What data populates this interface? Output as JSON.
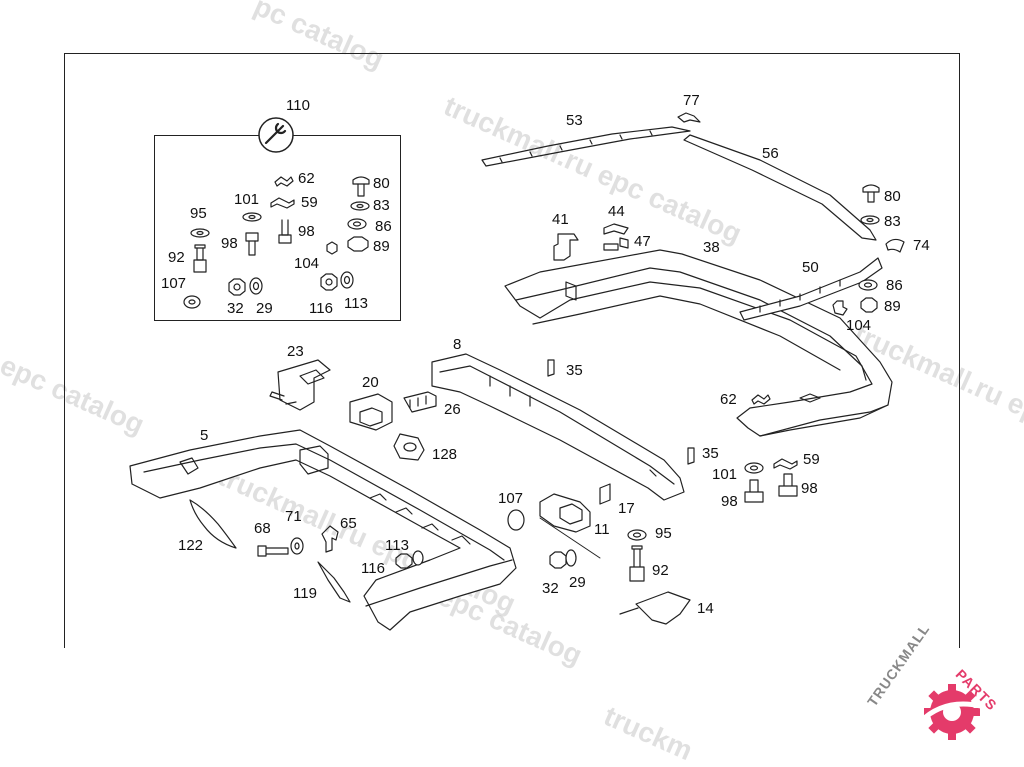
{
  "watermarks": [
    "pc catalog",
    "truckmall.ru epc catalog",
    "l epc catalog",
    "truckmall.ru epc",
    "truckmall.ru epc catalog",
    "epc catalog",
    "truckm"
  ],
  "callouts": [
    "110",
    "62",
    "80",
    "83",
    "86",
    "89",
    "59",
    "101",
    "95",
    "98",
    "98",
    "92",
    "104",
    "107",
    "32",
    "29",
    "116",
    "113",
    "53",
    "77",
    "56",
    "80",
    "83",
    "74",
    "41",
    "44",
    "47",
    "38",
    "50",
    "86",
    "89",
    "104",
    "23",
    "20",
    "26",
    "8",
    "35",
    "128",
    "5",
    "62",
    "35",
    "101",
    "59",
    "98",
    "98",
    "107",
    "17",
    "11",
    "95",
    "92",
    "14",
    "122",
    "68",
    "71",
    "65",
    "113",
    "116",
    "32",
    "29",
    "119"
  ],
  "logo": {
    "word1": "TRUCKMALL",
    "word2": "PARTS",
    "brand_color": "#e43b6a",
    "gear_color": "#e43b6a"
  },
  "icons": {
    "kit": "wrench-icon"
  }
}
